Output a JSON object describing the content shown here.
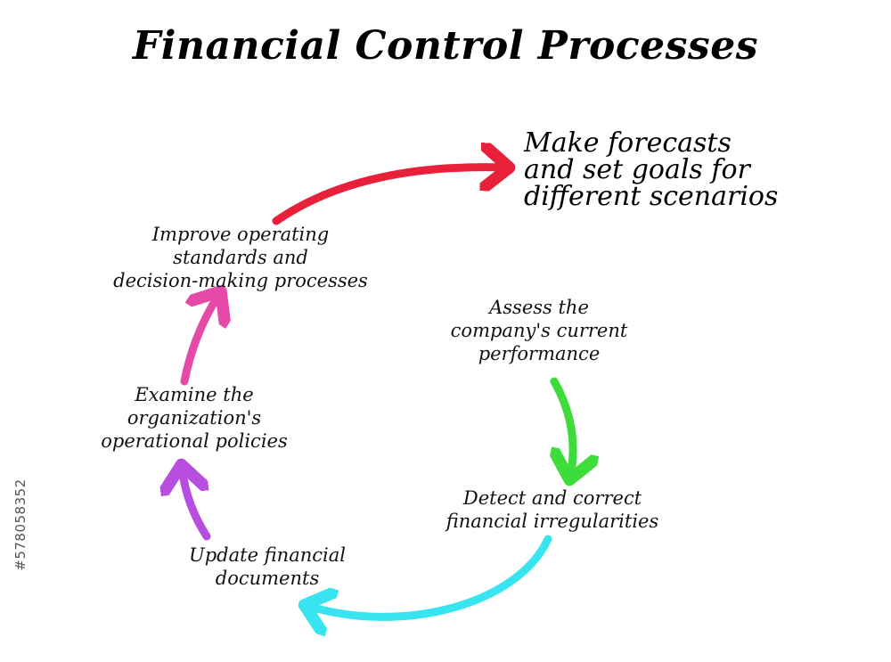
{
  "diagram": {
    "title": "Financial Control Processes",
    "steps": [
      {
        "text": "Make forecasts\nand set goals for\ndifferent scenarios",
        "color": "#e8203a"
      },
      {
        "text": "Assess the\ncompany's current\nperformance",
        "color": "#3ddc3a"
      },
      {
        "text": "Detect and correct\nfinancial irregularities",
        "color": "#38e4ef"
      },
      {
        "text": "Update financial\ndocuments",
        "color": "#b84ee0"
      },
      {
        "text": "Examine the\norganization's\noperational policies",
        "color": "#e64aa8"
      },
      {
        "text": "Improve operating\nstandards and\ndecision-making processes",
        "color": "#ef2e56"
      }
    ],
    "watermark_id": "#578058352"
  }
}
